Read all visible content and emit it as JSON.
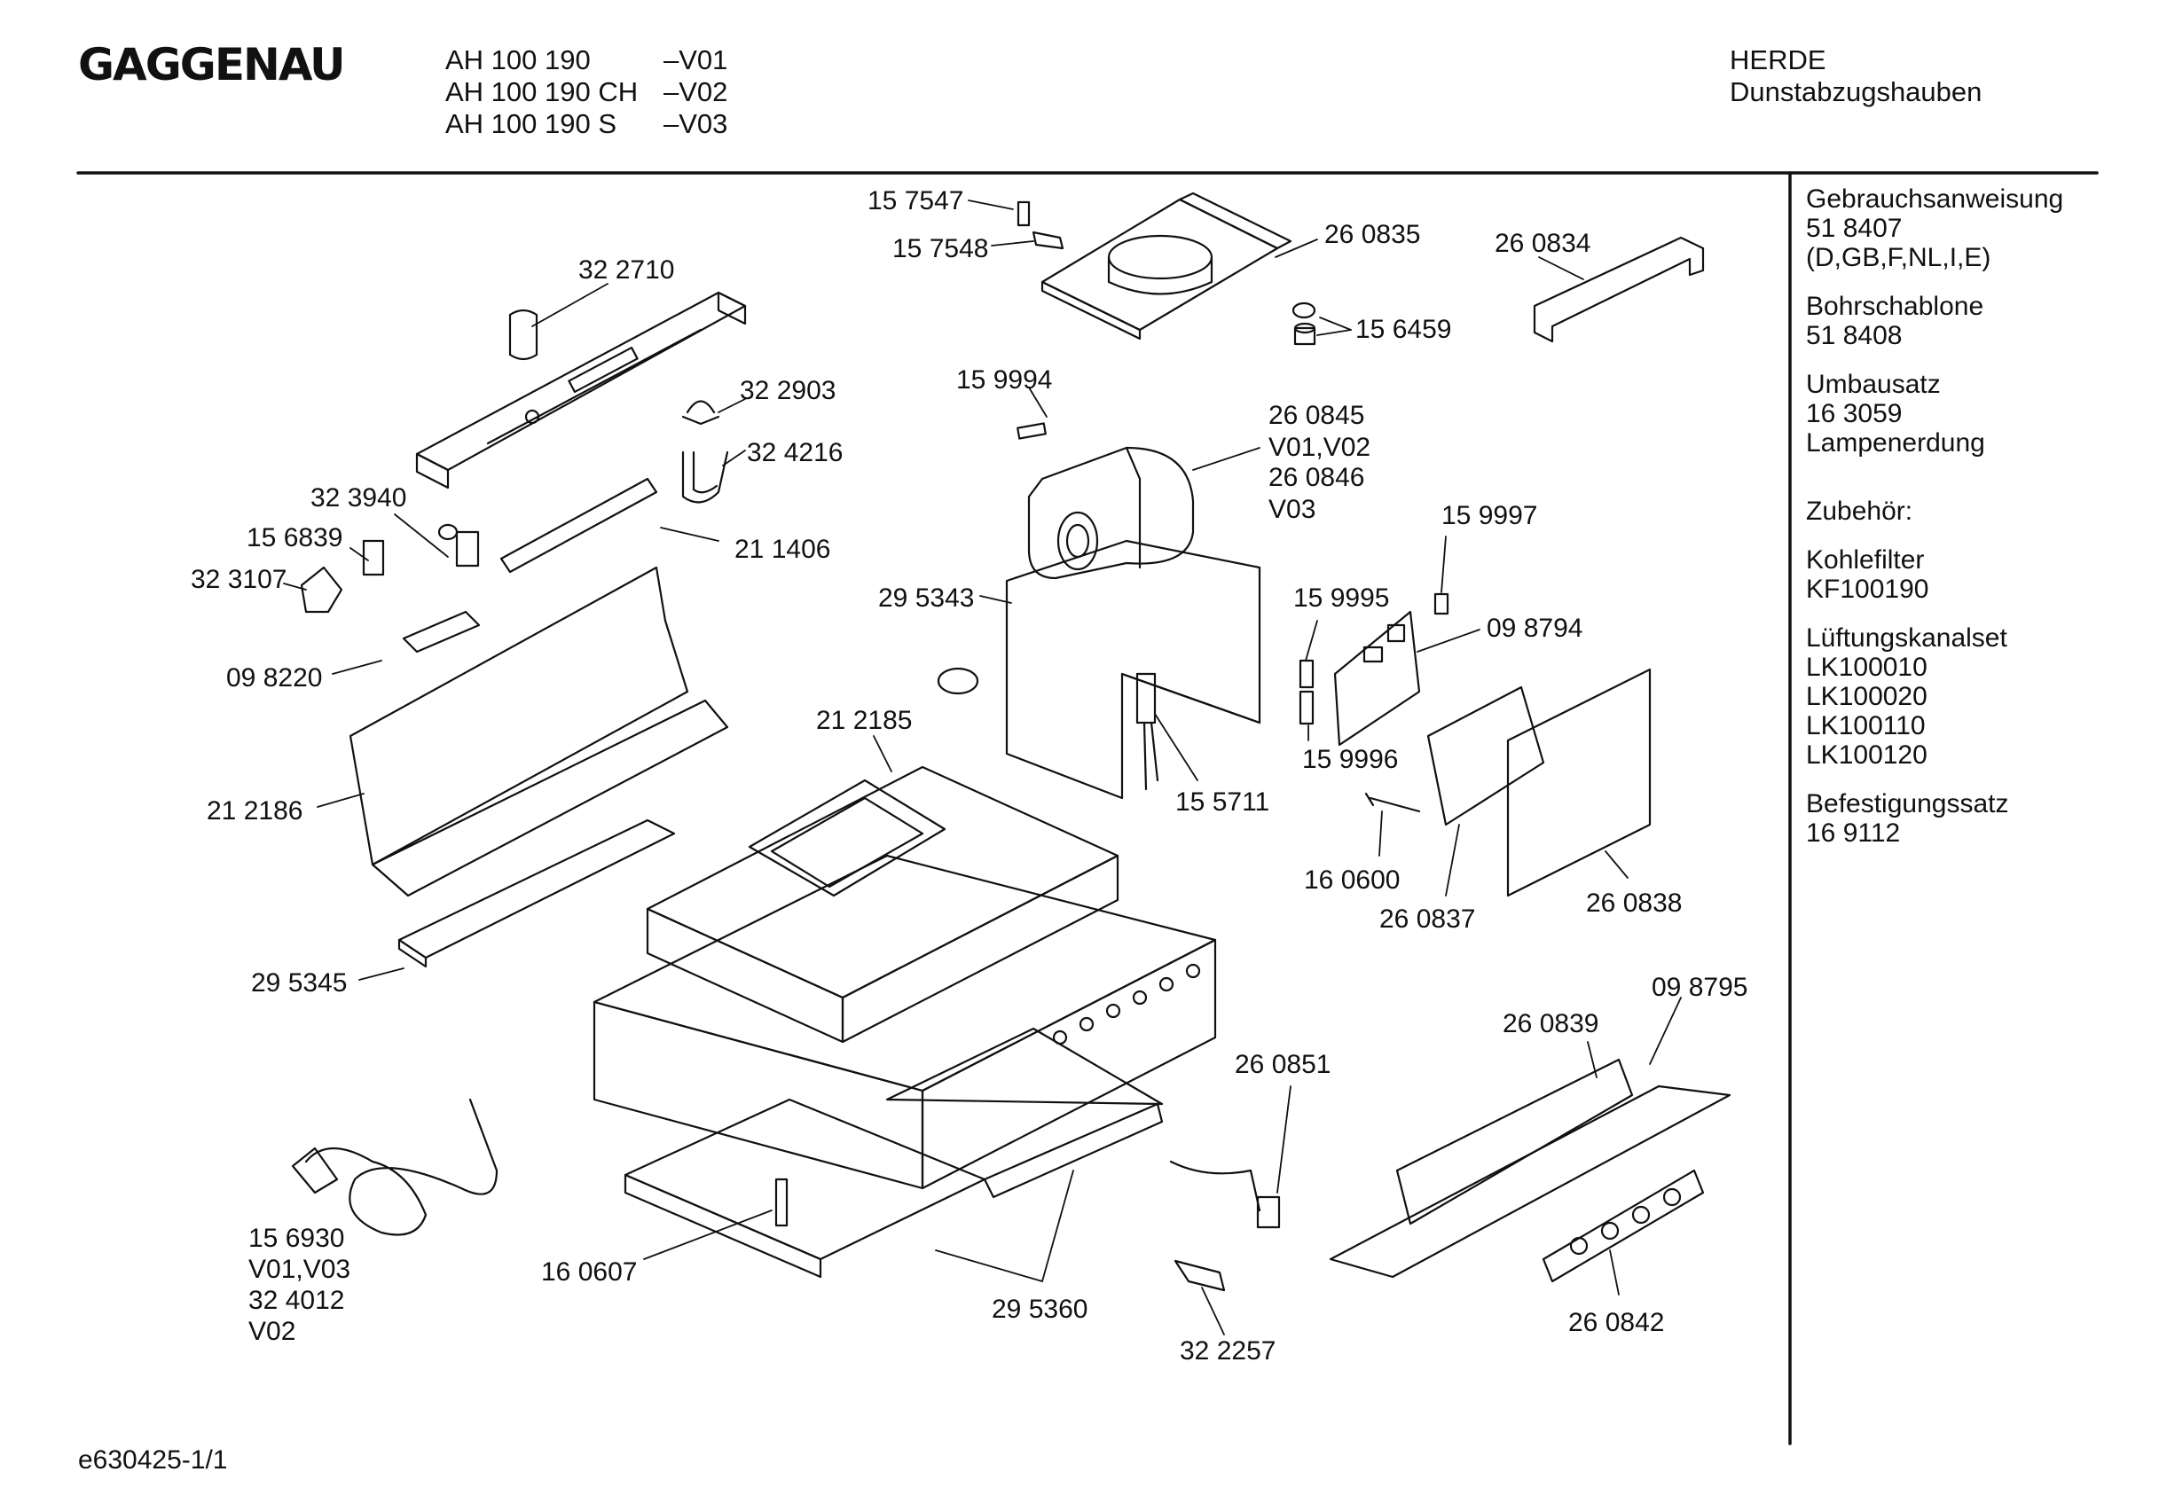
{
  "header": {
    "brand": "GAGGENAU",
    "models": [
      {
        "model": "AH 100 190",
        "variant": "–V01"
      },
      {
        "model": "AH 100 190 CH",
        "variant": "–V02"
      },
      {
        "model": "AH 100 190 S",
        "variant": "–V03"
      }
    ],
    "category": "HERDE",
    "subcategory": "Dunstabzugshauben"
  },
  "sidebar": {
    "groups": [
      {
        "lines": [
          "Gebrauchsanweisung",
          "51 8407",
          "(D,GB,F,NL,I,E)"
        ]
      },
      {
        "lines": [
          "Bohrschablone",
          "51 8408"
        ]
      },
      {
        "lines": [
          "Umbausatz",
          "16 3059",
          "Lampenerdung"
        ]
      },
      {
        "lines": [
          "Zubehör:"
        ]
      },
      {
        "lines": [
          "Kohlefilter",
          "KF100190"
        ]
      },
      {
        "lines": [
          "Lüftungskanalset",
          "LK100010",
          "LK100020",
          "LK100110",
          "LK100120"
        ]
      },
      {
        "lines": [
          "Befestigungssatz",
          "16 9112"
        ]
      }
    ]
  },
  "parts": {
    "p157547": "15 7547",
    "p157548": "15 7548",
    "p260835": "26 0835",
    "p260834": "26 0834",
    "p156459": "15 6459",
    "p322710": "32 2710",
    "p322903": "32 2903",
    "p324216": "32 4216",
    "p159994": "15 9994",
    "p260845": "26 0845",
    "p260845v": "V01,V02",
    "p260846": "26 0846",
    "p260846v": "V03",
    "p323940": "32 3940",
    "p156839": "15 6839",
    "p323107": "32 3107",
    "p211406": "21 1406",
    "p159997": "15 9997",
    "p295343": "29 5343",
    "p159995": "15 9995",
    "p098794": "09 8794",
    "p098220": "09 8220",
    "p212185": "21 2185",
    "p159996": "15 9996",
    "p155711": "15 5711",
    "p212186": "21 2186",
    "p160600": "16 0600",
    "p260838": "26 0838",
    "p260837": "26 0837",
    "p295345": "29 5345",
    "p098795": "09 8795",
    "p260839": "26 0839",
    "p260851": "26 0851",
    "p156930": "15 6930",
    "p156930v": "V01,V03",
    "p324012": "32 4012",
    "p324012v": "V02",
    "p160607": "16 0607",
    "p295360": "29 5360",
    "p260842": "26 0842",
    "p322257": "32 2257"
  },
  "footer": {
    "drawing_id": "e630425-1/1"
  }
}
